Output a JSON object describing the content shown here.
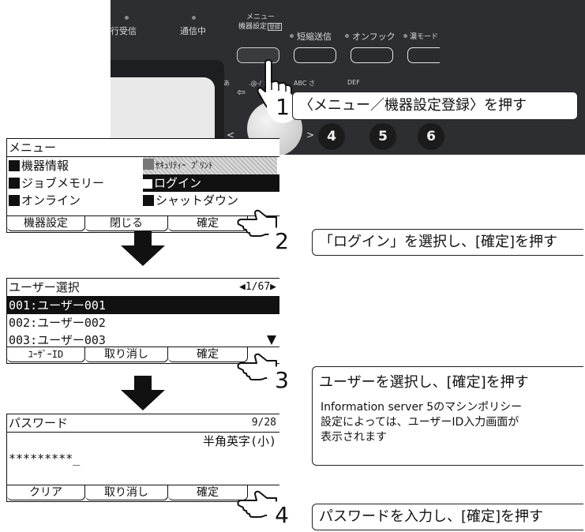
{
  "device": {
    "labels": {
      "receive": "行受信",
      "communicating": "通信中",
      "menu_top": "メニュー",
      "menu_bottom": "機器設定",
      "menu_badge": "登録",
      "speed_dial": "短縮送信",
      "onhook": "オンフック",
      "extra": "濃モード"
    },
    "keys": [
      "4",
      "5",
      "6"
    ],
    "key_hints": [
      "あ",
      ".@-/ か",
      "ABC さ",
      "DEF"
    ]
  },
  "steps": [
    {
      "num": "1",
      "text": "〈メニュー／機器設定登録〉を押す"
    },
    {
      "num": "2",
      "text": "「ログイン」を選択し、[確定]を押す"
    },
    {
      "num": "3",
      "text": "ユーザーを選択し、[確定]を押す",
      "note": [
        "Information server 5のマシンポリシー",
        "設定によっては、ユーザーID入力画面が",
        "表示されます"
      ]
    },
    {
      "num": "4",
      "text": "パスワードを入力し、[確定]を押す"
    }
  ],
  "screen_menu": {
    "title": "メニュー",
    "items": [
      {
        "left": "機器情報",
        "left_icon": "info-icon",
        "right": "ｾｷｭﾘﾃｨｰ ﾌﾟﾘﾝﾄ",
        "right_icon": "lock-print-icon"
      },
      {
        "left": "ジョブメモリー",
        "left_icon": "job-memory-icon",
        "right": "ログイン",
        "right_icon": "login-icon"
      },
      {
        "left": "オンライン",
        "left_icon": "online-icon",
        "right": "シャットダウン",
        "right_icon": "shutdown-icon"
      }
    ],
    "softkeys": [
      "機器設定",
      "閉じる",
      "確定"
    ]
  },
  "screen_user": {
    "title": "ユーザー選択",
    "page": "◀1/67▶",
    "rows": [
      "001:ユーザー001",
      "002:ユーザー002",
      "003:ユーザー003"
    ],
    "softkeys": [
      "ﾕｰｻﾞｰID",
      "取り消し",
      "確定"
    ]
  },
  "screen_password": {
    "title": "パスワード",
    "count": "9/28",
    "mode": "半角英字(小)",
    "value": "*********_",
    "softkeys": [
      "クリア",
      "取り消し",
      "確定"
    ]
  }
}
